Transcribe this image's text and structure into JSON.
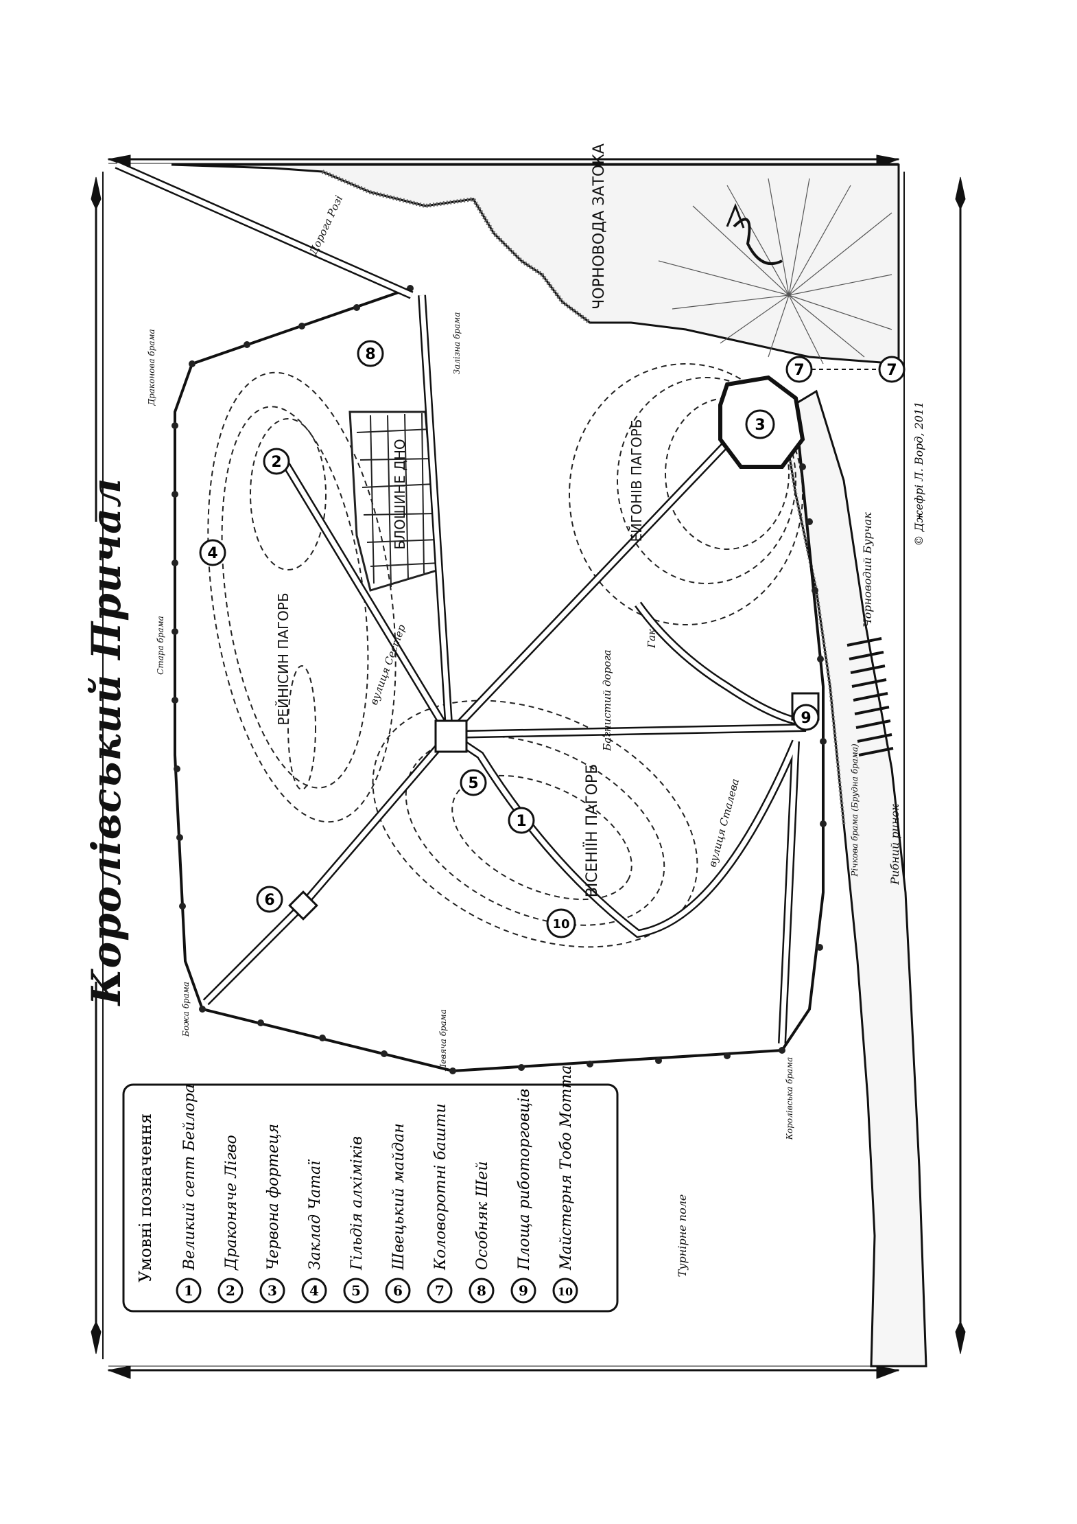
{
  "title": "Королівський Причал",
  "copyright": "© Джефрі Л. Ворд, 2011",
  "legend": {
    "heading": "Умовні позначення",
    "items": [
      {
        "num": "1",
        "label": "Великий септ Бейлора"
      },
      {
        "num": "2",
        "label": "Драконяче Лігво"
      },
      {
        "num": "3",
        "label": "Червона фортеця"
      },
      {
        "num": "4",
        "label": "Заклад Чатаї"
      },
      {
        "num": "5",
        "label": "Гільдія алхіміків"
      },
      {
        "num": "6",
        "label": "Швецький майдан"
      },
      {
        "num": "7",
        "label": "Коловоротні башти"
      },
      {
        "num": "8",
        "label": "Особняк Шей"
      },
      {
        "num": "9",
        "label": "Площа риботорговців"
      },
      {
        "num": "10",
        "label": "Майстерня Тобо Мотта"
      }
    ]
  },
  "map_labels": {
    "hill_rhaenys": "РЕЙНІСИН ПАГОРБ",
    "hill_visenya": "ВІСЕНІЇН ПАГОРБ",
    "hill_aegon": "ЕЙГОНІВ ПАГОРБ",
    "flea_bottom": "БЛОШИНЕ ДНО",
    "bay": "ЧОРНОВОДА ЗАТОКА",
    "river": "Чорноводий Бурчак",
    "fish_market": "Рибний ринок",
    "tourney": "Турнірне поле",
    "street_sisters": "вулиця Сестер",
    "street_steel": "вулиця Сталева",
    "street_muddy": "Багнистий дорога",
    "street_hook": "Гак",
    "road_gods": "Дорога Розі",
    "gate_dragon": "Драконова брама",
    "gate_old": "Стара брама",
    "gate_gods": "Божа брама",
    "gate_lion": "Левяча брама",
    "gate_king": "Королівська брама",
    "gate_river": "Річкова брама (Брудна брама)",
    "gate_iron": "Залізна брама"
  },
  "markers": {
    "m1": "1",
    "m2": "2",
    "m3": "3",
    "m4": "4",
    "m5": "5",
    "m6": "6",
    "m7a": "7",
    "m7b": "7",
    "m8": "8",
    "m9": "9",
    "m10": "10"
  }
}
